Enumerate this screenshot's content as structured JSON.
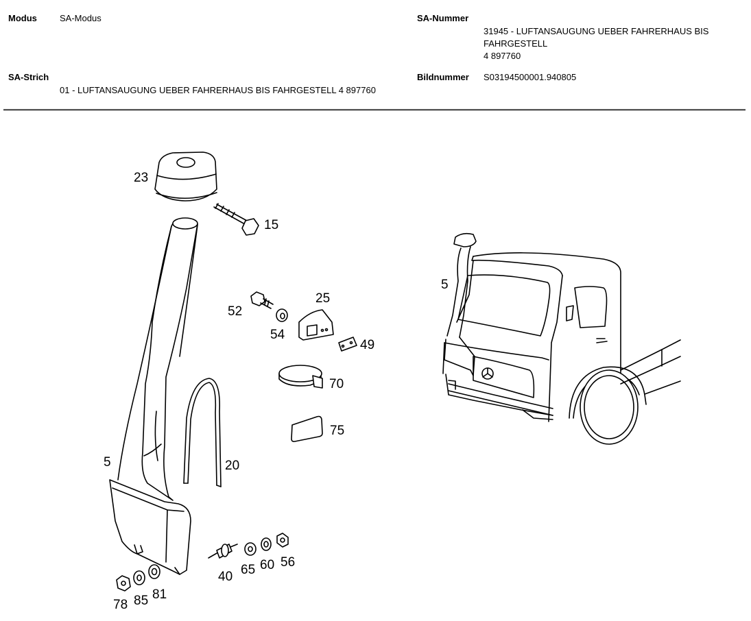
{
  "header": {
    "modus_label": "Modus",
    "modus_value": "SA-Modus",
    "sa_nummer_label": "SA-Nummer",
    "sa_nummer_line1": "31945 - LUFTANSAUGUNG UEBER FAHRERHAUS BIS",
    "sa_nummer_line2": "FAHRGESTELL",
    "sa_nummer_line3": "4 897760",
    "sa_strich_label": "SA-Strich",
    "sa_strich_value": "01 - LUFTANSAUGUNG UEBER FAHRERHAUS BIS FAHRGESTELL 4 897760",
    "bildnummer_label": "Bildnummer",
    "bildnummer_value": "S03194500001.940805"
  },
  "callouts": {
    "c23": "23",
    "c15": "15",
    "c52": "52",
    "c25": "25",
    "c54": "54",
    "c49": "49",
    "c70": "70",
    "c75": "75",
    "c5": "5",
    "c20": "20",
    "c40": "40",
    "c65": "65",
    "c60": "60",
    "c56": "56",
    "c78": "78",
    "c85": "85",
    "c81": "81",
    "c5truck": "5"
  }
}
